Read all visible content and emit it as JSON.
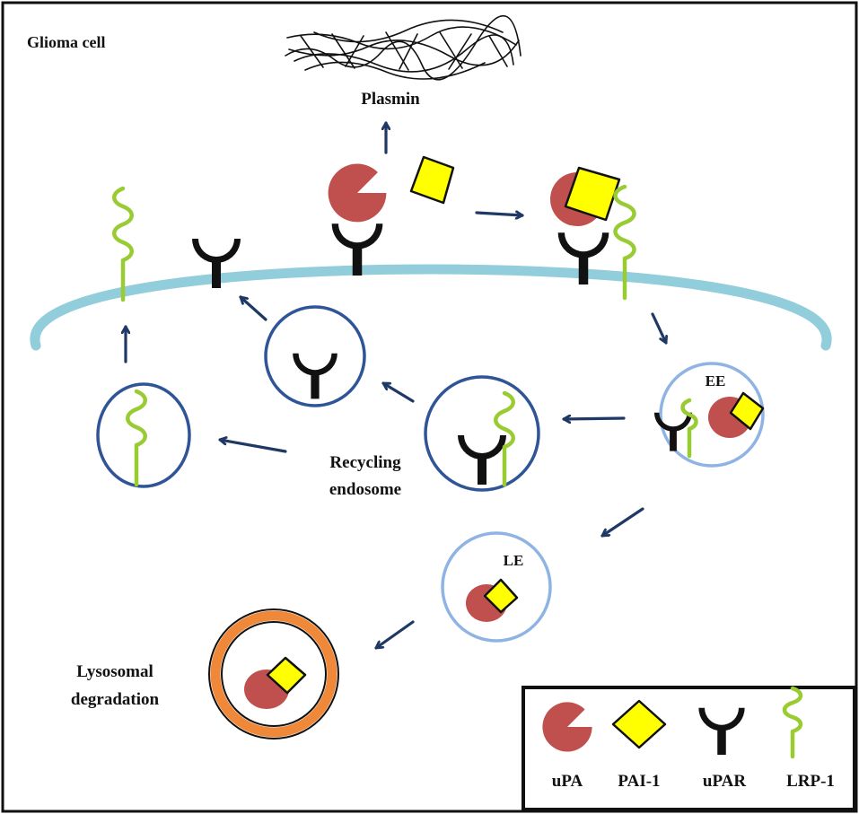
{
  "title": "Glioma cell",
  "labels": {
    "plasmin": "Plasmin",
    "ee": "EE",
    "le": "LE",
    "recycling_line1": "Recycling",
    "recycling_line2": "endosome",
    "lysosomal_line1": "Lysosomal",
    "lysosomal_line2": "degradation"
  },
  "legend": {
    "items": [
      {
        "symbol": "upa-icon",
        "label": "uPA"
      },
      {
        "symbol": "pai1-icon",
        "label": "PAI-1"
      },
      {
        "symbol": "upar-icon",
        "label": "uPAR"
      },
      {
        "symbol": "lrp1-icon",
        "label": "LRP-1"
      }
    ]
  },
  "colors": {
    "membrane": "#92cddc",
    "upa": "#c0504d",
    "pai1": "#ffff00",
    "upar": "#111111",
    "lrp1": "#99cc33",
    "arrow": "#1f3864",
    "recycling_endosome": "#2f5597",
    "early_late_endosome": "#8fb4e3",
    "lysosome": "#f0883a"
  }
}
